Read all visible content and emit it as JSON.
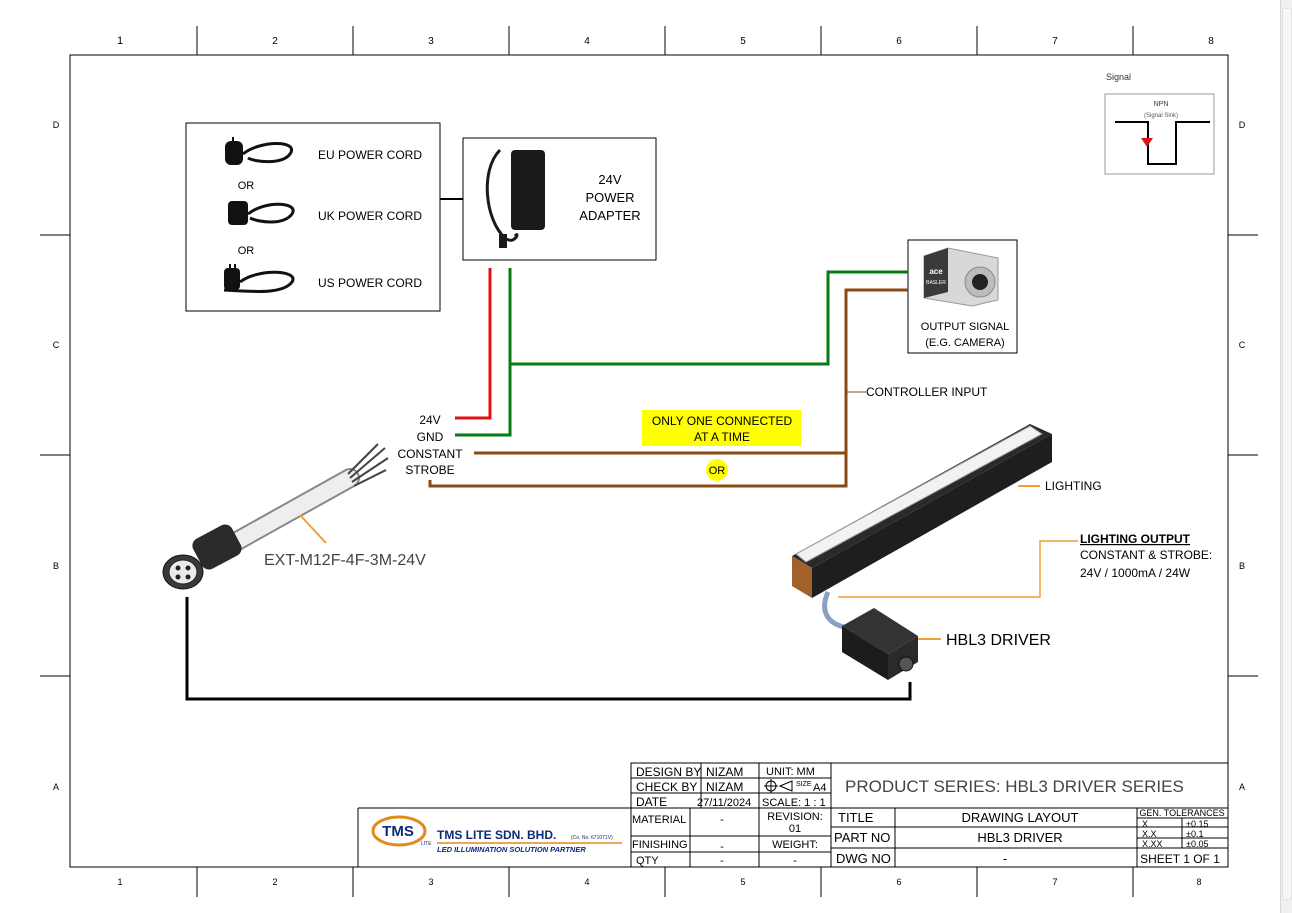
{
  "grid": {
    "columns": [
      "1",
      "2",
      "3",
      "4",
      "5",
      "6",
      "7",
      "8"
    ],
    "rows": [
      "D",
      "C",
      "B",
      "A"
    ]
  },
  "signal": {
    "title": "Signal",
    "type": "NPN",
    "subtitle": "(Signal Sink)"
  },
  "power_cords": {
    "eu": "EU POWER CORD",
    "or1": "OR",
    "uk": "UK POWER CORD",
    "or2": "OR",
    "us": "US POWER CORD"
  },
  "adapter": {
    "line1": "24V",
    "line2": "POWER",
    "line3": "ADAPTER"
  },
  "camera": {
    "brand1": "ace",
    "brand2": "BASLER",
    "line1": "OUTPUT SIGNAL",
    "line2": "(E.G. CAMERA)"
  },
  "labels": {
    "controller_input": "CONTROLLER INPUT",
    "v24": "24V",
    "gnd": "GND",
    "constant": "CONSTANT",
    "strobe": "STROBE",
    "only_one_1": "ONLY ONE CONNECTED",
    "only_one_2": "AT A TIME",
    "or": "OR",
    "lighting": "LIGHTING",
    "lighting_output": "LIGHTING OUTPUT",
    "lighting_spec1": "CONSTANT & STROBE:",
    "lighting_spec2": "24V / 1000mA / 24W",
    "cable": "EXT-M12F-4F-3M-24V",
    "driver": "HBL3 DRIVER"
  },
  "colors": {
    "red_wire": "#e01010",
    "green_wire": "#0a7a14",
    "brown_wire": "#8b4a12",
    "black_wire": "#000000",
    "leader": "#f0a030",
    "highlight": "#ffff00"
  },
  "title_block": {
    "design_by_label": "DESIGN BY",
    "design_by": "NIZAM",
    "check_by_label": "CHECK BY",
    "check_by": "NIZAM",
    "date_label": "DATE",
    "date": "27/11/2024",
    "unit": "UNIT:  MM",
    "size_label": "SIZE",
    "size": "A4",
    "scale": "SCALE: 1 : 1",
    "series": "PRODUCT SERIES: HBL3 DRIVER SERIES",
    "material_label": "MATERIAL",
    "material": "-",
    "revision_label": "REVISION:",
    "revision": "01",
    "finishing_label": "FINISHING",
    "finishing": "-",
    "weight_label": "WEIGHT:",
    "weight": "-",
    "qty_label": "QTY",
    "qty": "-",
    "title_label": "TITLE",
    "title": "DRAWING LAYOUT",
    "part_no_label": "PART NO",
    "part_no": "HBL3 DRIVER",
    "dwg_no_label": "DWG NO",
    "dwg_no": "-",
    "gen_tol": "GEN. TOLERANCES",
    "tol_x": "X",
    "tol_x_val": "±0.15",
    "tol_xx": "X.X",
    "tol_xx_val": "±0.1",
    "tol_xxx": "X.XX",
    "tol_xxx_val": "±0.05",
    "sheet": "SHEET 1 OF 1"
  },
  "company": {
    "logo": "TMS",
    "logo_sub": "LITE",
    "name": "TMS LITE SDN. BHD.",
    "reg": "(Co. No. 671071V)",
    "tagline": "LED ILLUMINATION SOLUTION PARTNER"
  }
}
